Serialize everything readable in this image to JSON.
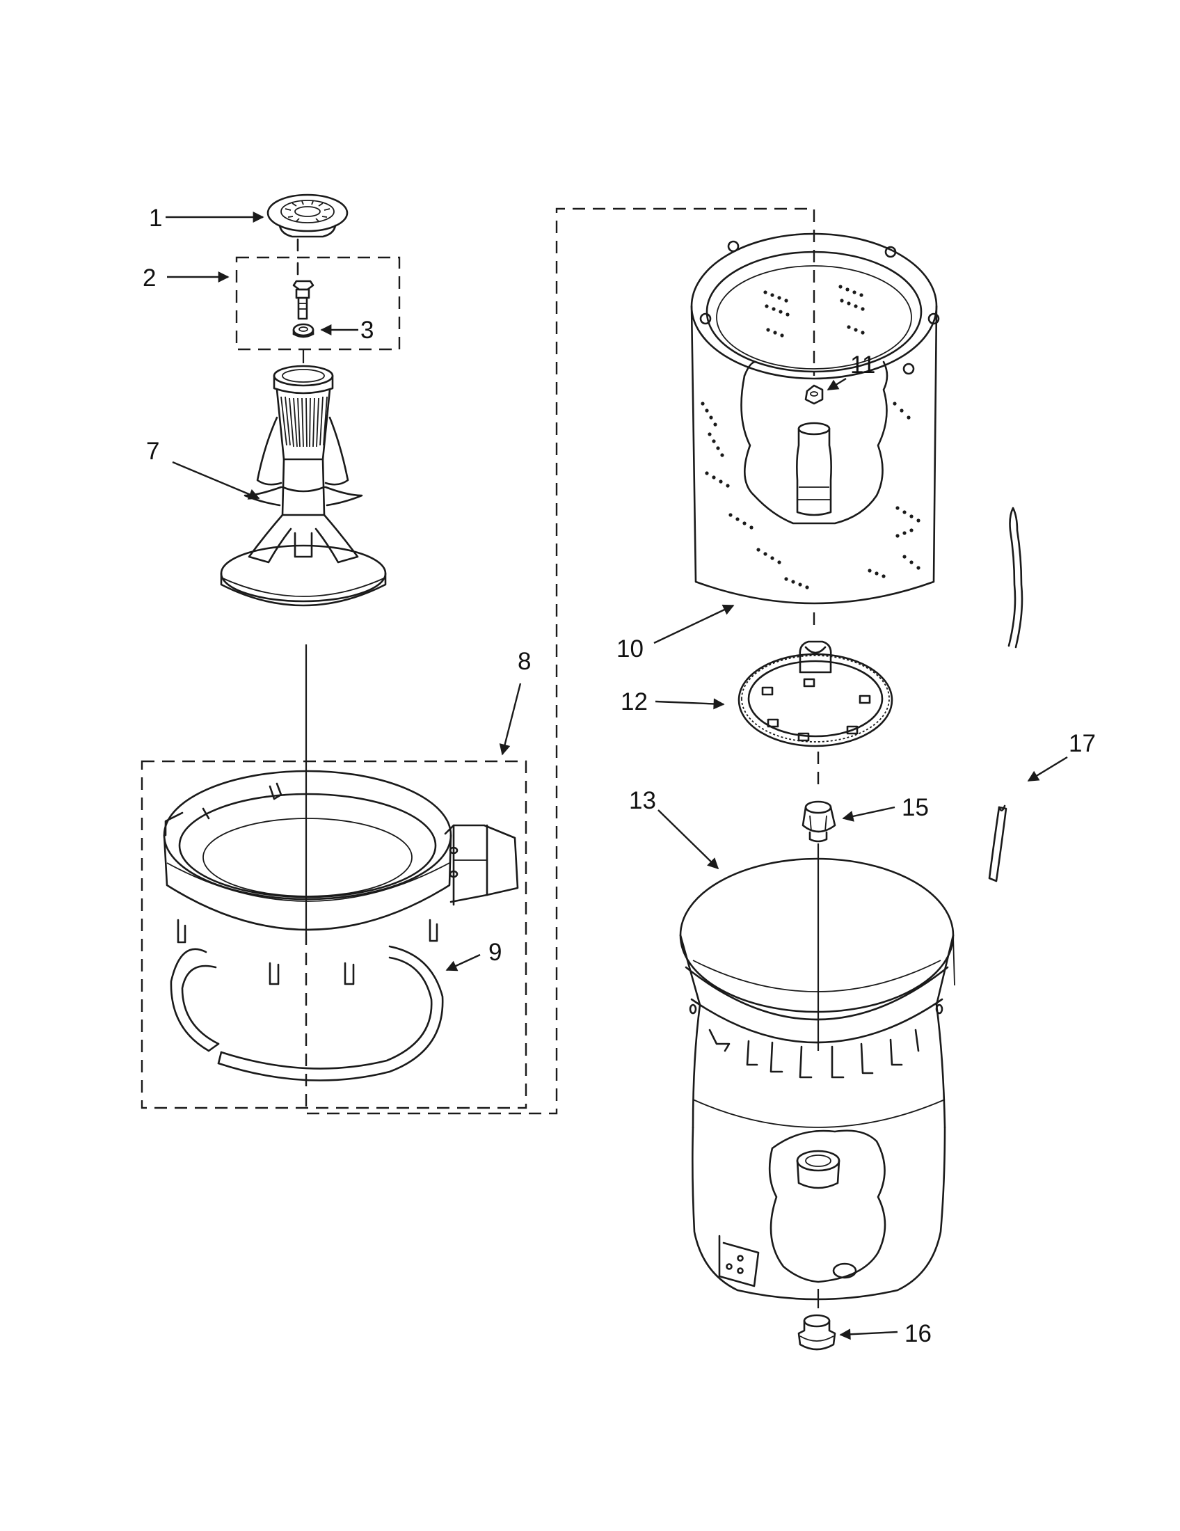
{
  "diagram": {
    "background": "#ffffff",
    "ink": "#1a1a1a",
    "callouts": [
      {
        "id": "c1",
        "text": "1"
      },
      {
        "id": "c2",
        "text": "2"
      },
      {
        "id": "c3",
        "text": "3"
      },
      {
        "id": "c7",
        "text": "7"
      },
      {
        "id": "c8",
        "text": "8"
      },
      {
        "id": "c9",
        "text": "9"
      },
      {
        "id": "c10",
        "text": "10"
      },
      {
        "id": "c11",
        "text": "11"
      },
      {
        "id": "c12",
        "text": "12"
      },
      {
        "id": "c13",
        "text": "13"
      },
      {
        "id": "c15",
        "text": "15"
      },
      {
        "id": "c16",
        "text": "16"
      },
      {
        "id": "c17",
        "text": "17"
      }
    ]
  }
}
